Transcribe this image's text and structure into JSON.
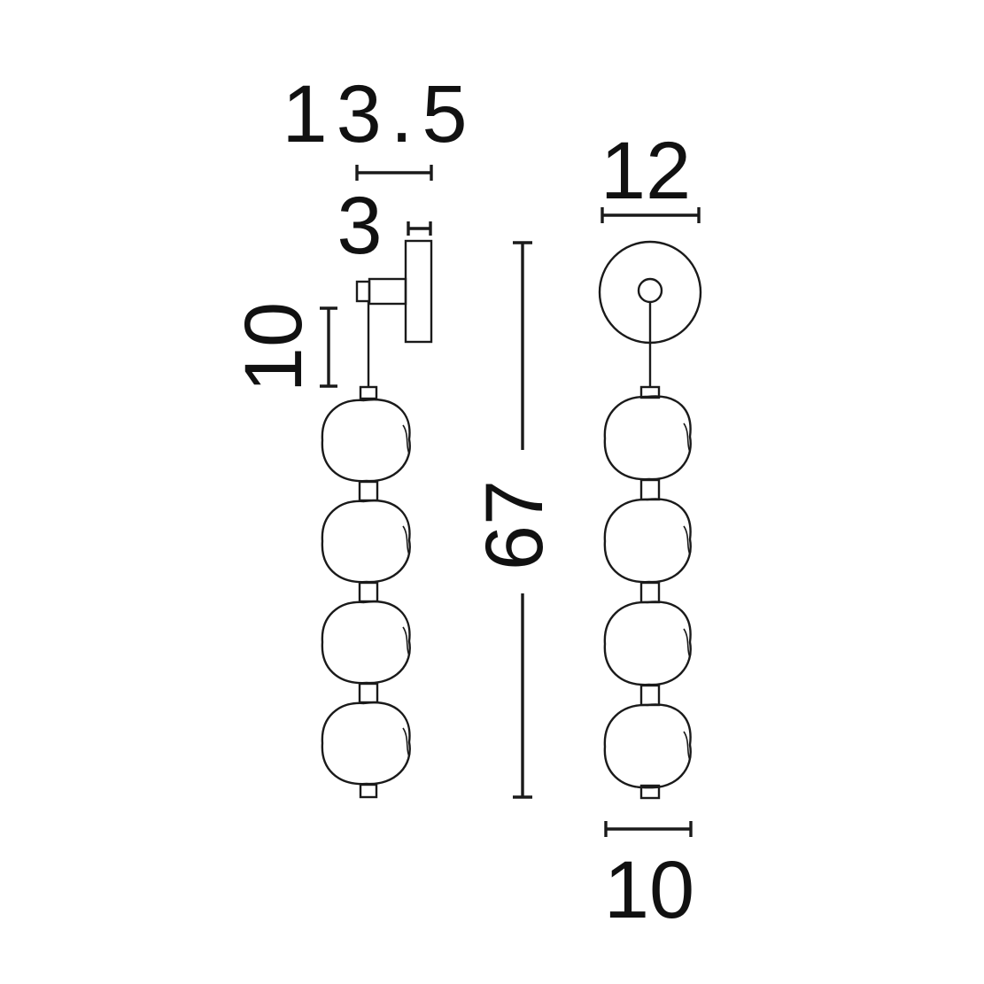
{
  "colors": {
    "line": "#1a1a1a",
    "text": "#111111",
    "background": "#ffffff"
  },
  "dimensions": {
    "depth_total": "13.5",
    "plate_depth": "3",
    "drop": "10",
    "height": "67",
    "canopy_diameter": "12",
    "globe_diameter": "10"
  }
}
